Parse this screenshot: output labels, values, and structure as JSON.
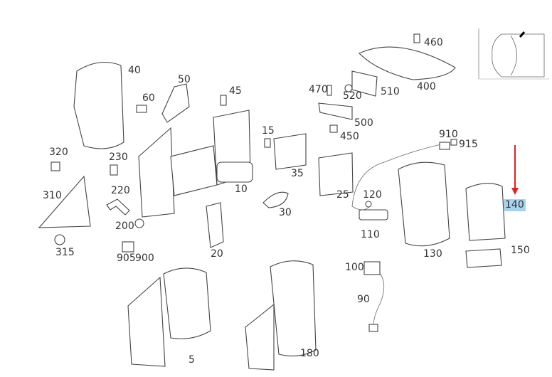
{
  "diagram": {
    "highlight_color": "#a5d3ec",
    "arrow_color": "#e02020",
    "selected_part": "140",
    "labels": [
      {
        "id": "40",
        "text": "40"
      },
      {
        "id": "50",
        "text": "50"
      },
      {
        "id": "60",
        "text": "60"
      },
      {
        "id": "45",
        "text": "45"
      },
      {
        "id": "470",
        "text": "470"
      },
      {
        "id": "520",
        "text": "520"
      },
      {
        "id": "510",
        "text": "510"
      },
      {
        "id": "460",
        "text": "460"
      },
      {
        "id": "400",
        "text": "400"
      },
      {
        "id": "500",
        "text": "500"
      },
      {
        "id": "450",
        "text": "450"
      },
      {
        "id": "320",
        "text": "320"
      },
      {
        "id": "230",
        "text": "230"
      },
      {
        "id": "15",
        "text": "15"
      },
      {
        "id": "35",
        "text": "35"
      },
      {
        "id": "910",
        "text": "910"
      },
      {
        "id": "915",
        "text": "915"
      },
      {
        "id": "310",
        "text": "310"
      },
      {
        "id": "220",
        "text": "220"
      },
      {
        "id": "10",
        "text": "10"
      },
      {
        "id": "25",
        "text": "25"
      },
      {
        "id": "120",
        "text": "120"
      },
      {
        "id": "140",
        "text": "140"
      },
      {
        "id": "30",
        "text": "30"
      },
      {
        "id": "200",
        "text": "200"
      },
      {
        "id": "20",
        "text": "20"
      },
      {
        "id": "110",
        "text": "110"
      },
      {
        "id": "130",
        "text": "130"
      },
      {
        "id": "150",
        "text": "150"
      },
      {
        "id": "905",
        "text": "905"
      },
      {
        "id": "900",
        "text": "900"
      },
      {
        "id": "315",
        "text": "315"
      },
      {
        "id": "100",
        "text": "100"
      },
      {
        "id": "90",
        "text": "90"
      },
      {
        "id": "5",
        "text": "5"
      },
      {
        "id": "180",
        "text": "180"
      }
    ]
  }
}
